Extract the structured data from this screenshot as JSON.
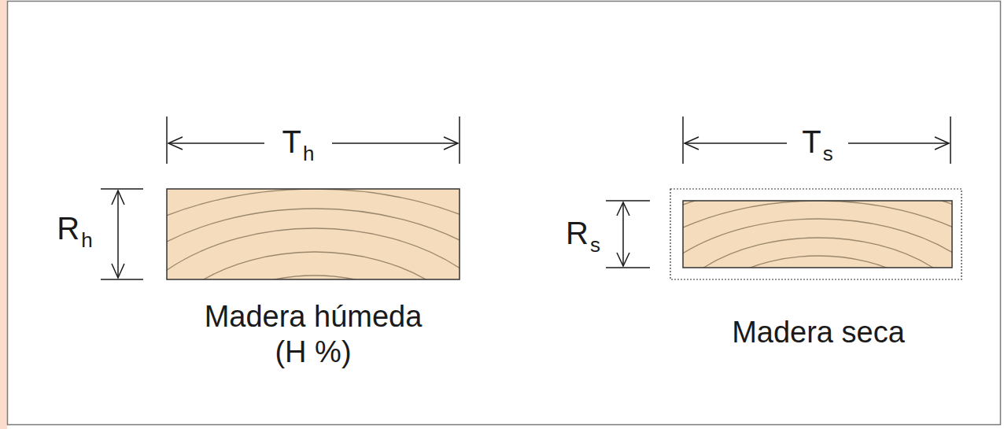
{
  "diagram": {
    "labels": [
      "T",
      "h",
      "R",
      "h",
      "Madera húmeda",
      "(H %)",
      "T",
      "s",
      "R",
      "s",
      "Madera seca"
    ]
  }
}
